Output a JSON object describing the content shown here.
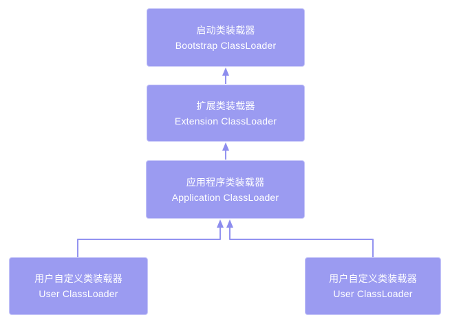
{
  "diagram": {
    "colors": {
      "background": "#ffffff",
      "box_fill": "#9b9bf1",
      "box_border": "#c6c6f8",
      "box_text": "#ffffff",
      "connector": "#9393f0"
    },
    "nodes": {
      "bootstrap": {
        "label_zh": "启动类装载器",
        "label_en": "Bootstrap ClassLoader"
      },
      "extension": {
        "label_zh": "扩展类装载器",
        "label_en": "Extension ClassLoader"
      },
      "application": {
        "label_zh": "应用程序类装载器",
        "label_en": "Application ClassLoader"
      },
      "user_left": {
        "label_zh": "用户自定义类装载器",
        "label_en": "User ClassLoader"
      },
      "user_right": {
        "label_zh": "用户自定义类装载器",
        "label_en": "User ClassLoader"
      }
    }
  }
}
